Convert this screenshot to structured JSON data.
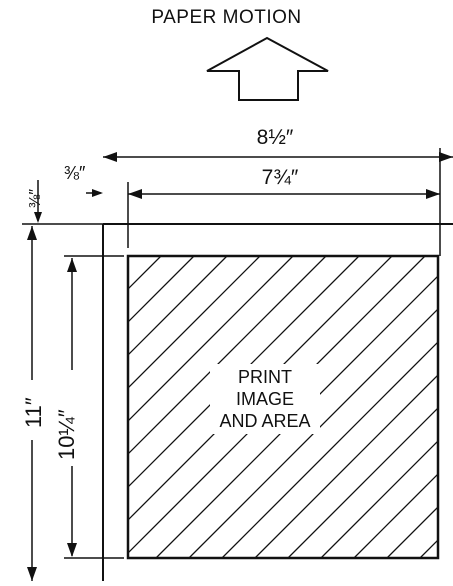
{
  "title": "PAPER MOTION",
  "dimensions": {
    "paper_width": "8½″",
    "print_width": "7¾″",
    "left_margin": "⅜″",
    "top_margin": "⅜″",
    "paper_height": "11″",
    "print_height": "10¼″"
  },
  "print_area": {
    "line1": "PRINT",
    "line2": "IMAGE",
    "line3": "AND AREA"
  },
  "colors": {
    "ink": "#111111",
    "background": "#ffffff"
  }
}
